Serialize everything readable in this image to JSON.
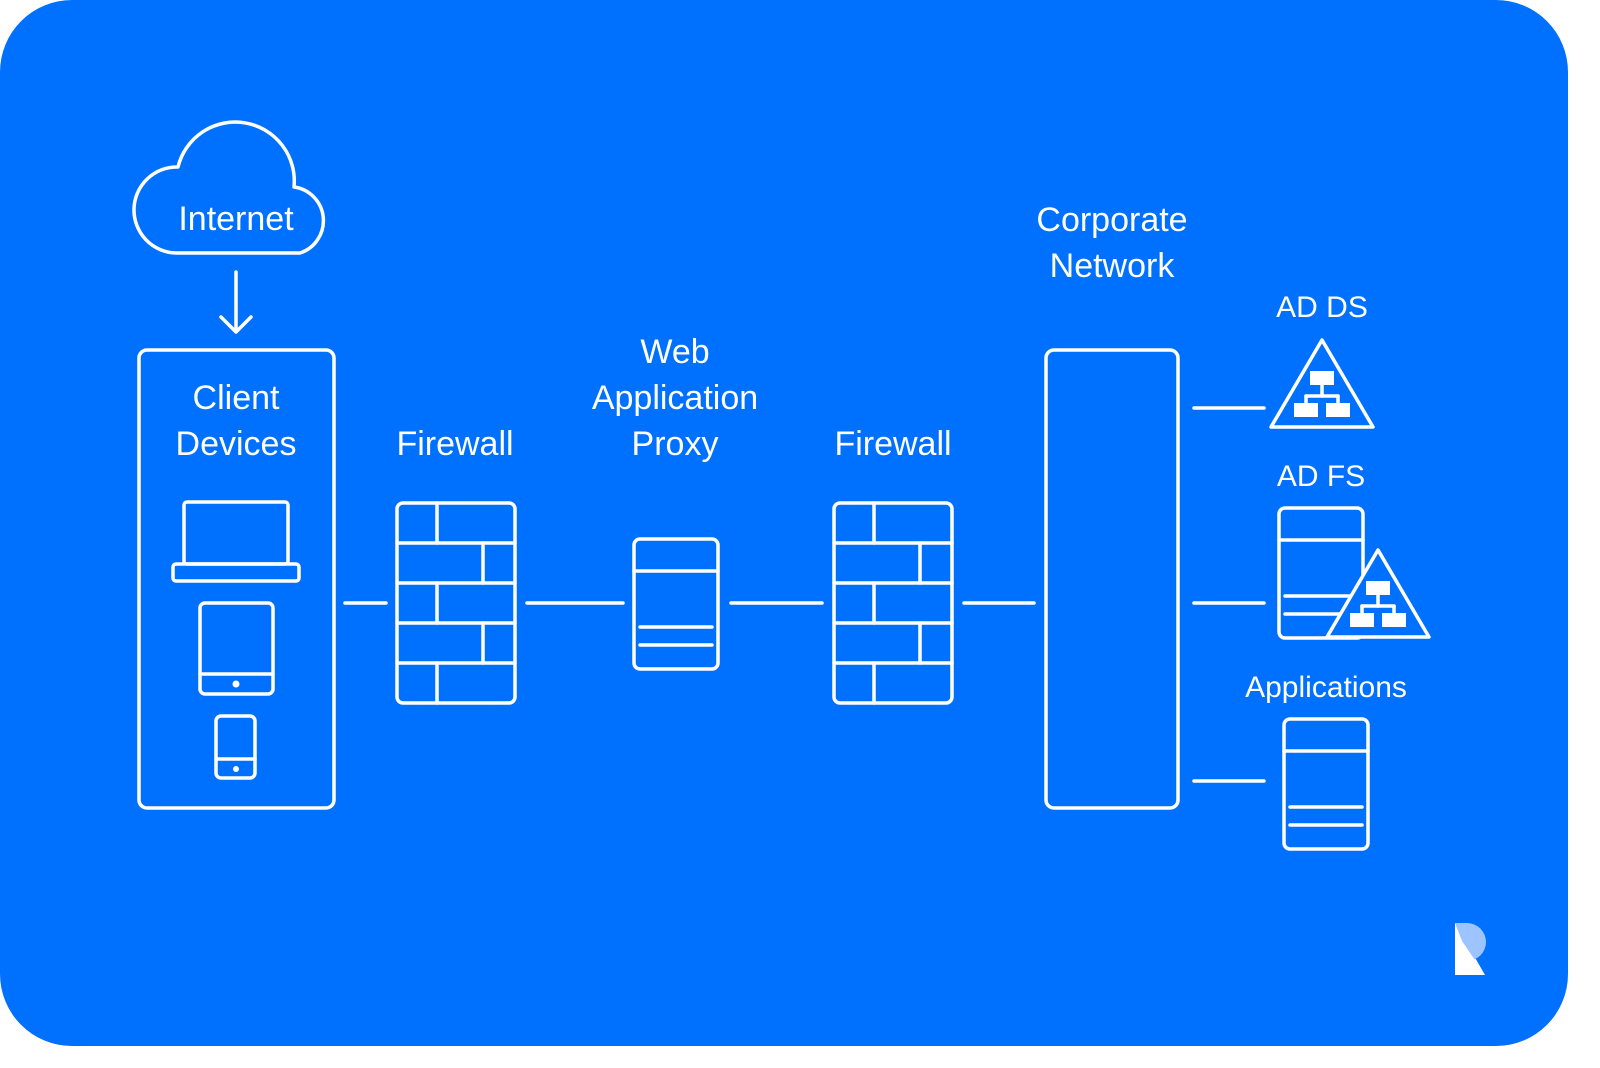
{
  "colors": {
    "background": "#0070FF",
    "stroke": "#FFFFFF",
    "logo_light": "#9DC4FF"
  },
  "nodes": {
    "internet": {
      "label": "Internet",
      "icon": "cloud-icon"
    },
    "client_devices": {
      "label_line1": "Client",
      "label_line2": "Devices",
      "icons": [
        "laptop-icon",
        "tablet-icon",
        "phone-icon"
      ]
    },
    "firewall_1": {
      "label": "Firewall",
      "icon": "firewall-brick-icon"
    },
    "web_app_proxy": {
      "label_line1": "Web",
      "label_line2": "Application",
      "label_line3": "Proxy",
      "icon": "server-icon"
    },
    "firewall_2": {
      "label": "Firewall",
      "icon": "firewall-brick-icon"
    },
    "corporate_network": {
      "label_line1": "Corporate",
      "label_line2": "Network"
    },
    "ad_ds": {
      "label": "AD DS",
      "icon": "directory-triangle-icon"
    },
    "ad_fs": {
      "label": "AD FS",
      "icon": "server-with-directory-icon"
    },
    "applications": {
      "label": "Applications",
      "icon": "server-icon"
    }
  },
  "logo": {
    "icon": "brand-r-logo-icon"
  }
}
